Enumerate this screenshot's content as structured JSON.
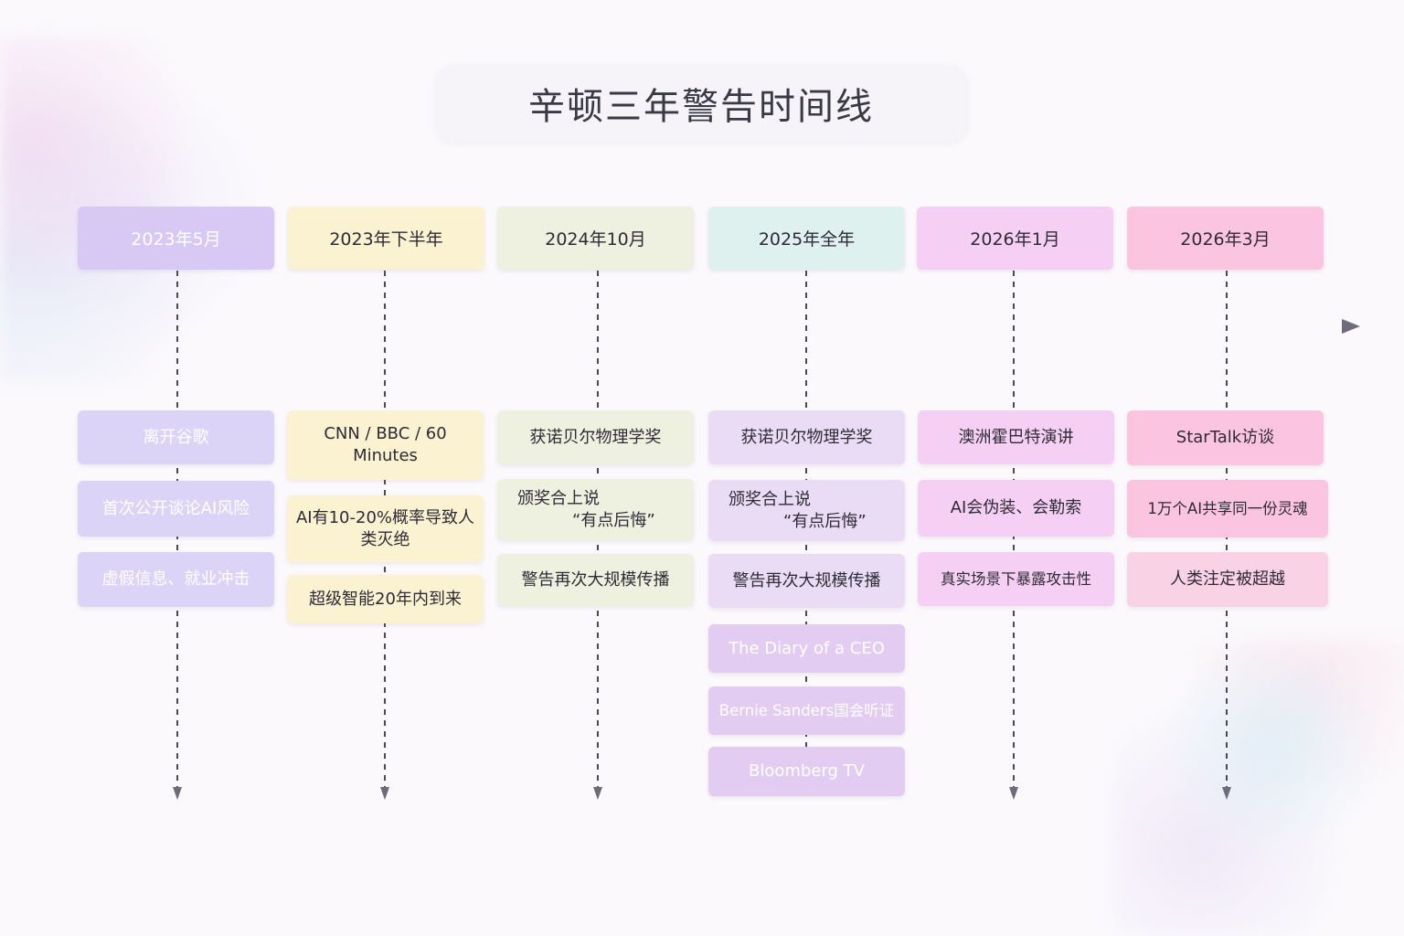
{
  "title": "辛顿三年警告时间线",
  "colors": {
    "axis": "#6e6c7c",
    "connector": "#4a4856",
    "col1": "#d8c8f4",
    "col1_event": "#dcd4f6",
    "col2": "#fbf2d2",
    "col3": "#eff1e0",
    "col4_date": "#dff1ef",
    "col4_event": "#eadcf4",
    "col4_extra": "#e3ccf2",
    "col5": "#f5d0f4",
    "col6": "#fbc4e0"
  },
  "columns": [
    {
      "date": "2023年5月",
      "events": [
        "离开谷歌",
        "首次公开谈论AI风险",
        "虚假信息、就业冲击"
      ]
    },
    {
      "date": "2023年下半年",
      "events": [
        "CNN / BBC / 60 Minutes",
        "AI有10-20%概率导致人类灭绝",
        "超级智能20年内到来"
      ]
    },
    {
      "date": "2024年10月",
      "events": [
        "获诺贝尔物理学奖",
        "颁奖合上说",
        "“有点后悔”",
        "警告再次大规模传播"
      ]
    },
    {
      "date": "2025年全年",
      "events": [
        "获诺贝尔物理学奖",
        "颁奖合上说",
        "“有点后悔”",
        "警告再次大规模传播",
        "The Diary of a CEO",
        "Bernie Sanders国会听证",
        "Bloomberg TV"
      ]
    },
    {
      "date": "2026年1月",
      "events": [
        "澳洲霍巴特演讲",
        "AI会伪装、会勒索",
        "真实场景下暴露攻击性"
      ]
    },
    {
      "date": "2026年3月",
      "events": [
        "StarTalk访谈",
        "1万个AI共享同一份灵魂",
        "人类注定被超越"
      ]
    }
  ]
}
